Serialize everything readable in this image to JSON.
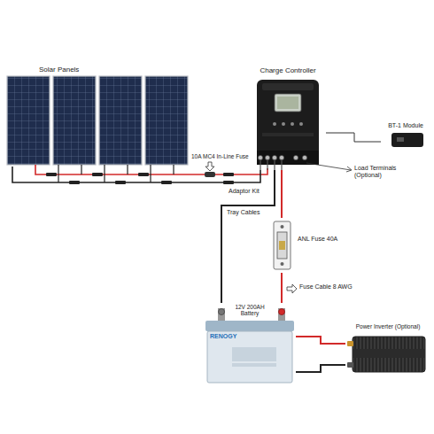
{
  "diagram": {
    "nodes": [
      {
        "text": [
          "Solar Panels"
        ]
      },
      {
        "text": [
          "Charge Controller"
        ]
      },
      {
        "text": [
          "BT-1 Module"
        ]
      },
      {
        "text": [
          "ANL Fuse 40A"
        ]
      },
      {
        "text": [
          "12V 200AH Battery",
          "RENOGY"
        ]
      },
      {
        "text": [
          "Power Inverter (Optional)"
        ]
      }
    ],
    "edges": [
      {
        "from": 0,
        "to": 1,
        "arrow": "none"
      },
      {
        "from": 1,
        "to": 2,
        "arrow": "none"
      },
      {
        "from": 1,
        "to": 3,
        "arrow": "none"
      },
      {
        "from": 1,
        "to": 4,
        "arrow": "none"
      },
      {
        "from": 3,
        "to": 4,
        "arrow": "none"
      },
      {
        "from": 4,
        "to": 5,
        "arrow": "none"
      },
      {
        "from": 4,
        "to": 5,
        "arrow": "none"
      }
    ],
    "labels": [
      "10A MC4 In-Line Fuse",
      "Load Terminals (Optional)",
      "Adaptor Kit",
      "Tray Cables",
      "Fuse Cable 8 AWG"
    ]
  }
}
